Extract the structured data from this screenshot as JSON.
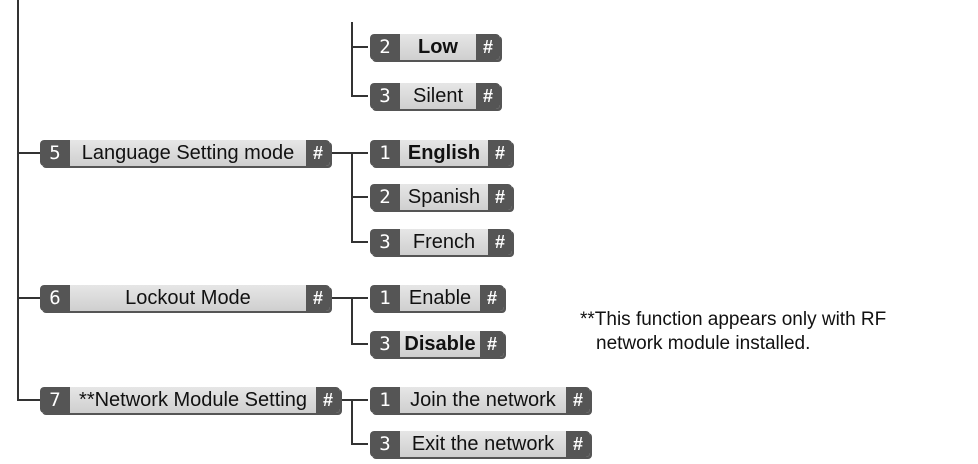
{
  "diagram": {
    "nodes": {
      "low": {
        "num": "2",
        "label": "Low",
        "hash": "#"
      },
      "silent": {
        "num": "3",
        "label": "Silent",
        "hash": "#"
      },
      "language": {
        "num": "5",
        "label": "Language Setting mode",
        "hash": "#"
      },
      "english": {
        "num": "1",
        "label": "English",
        "hash": "#"
      },
      "spanish": {
        "num": "2",
        "label": "Spanish",
        "hash": "#"
      },
      "french": {
        "num": "3",
        "label": "French",
        "hash": "#"
      },
      "lockout": {
        "num": "6",
        "label": "Lockout Mode",
        "hash": "#"
      },
      "enable": {
        "num": "1",
        "label": "Enable",
        "hash": "#"
      },
      "disable": {
        "num": "3",
        "label": "Disable",
        "hash": "#"
      },
      "network": {
        "num": "7",
        "label": "**Network Module Setting",
        "hash": "#"
      },
      "join": {
        "num": "1",
        "label": "Join the network",
        "hash": "#"
      },
      "exit": {
        "num": "3",
        "label": "Exit the network",
        "hash": "#"
      }
    },
    "note": {
      "line1": "**This function appears only with RF",
      "line2": "network module installed."
    }
  }
}
